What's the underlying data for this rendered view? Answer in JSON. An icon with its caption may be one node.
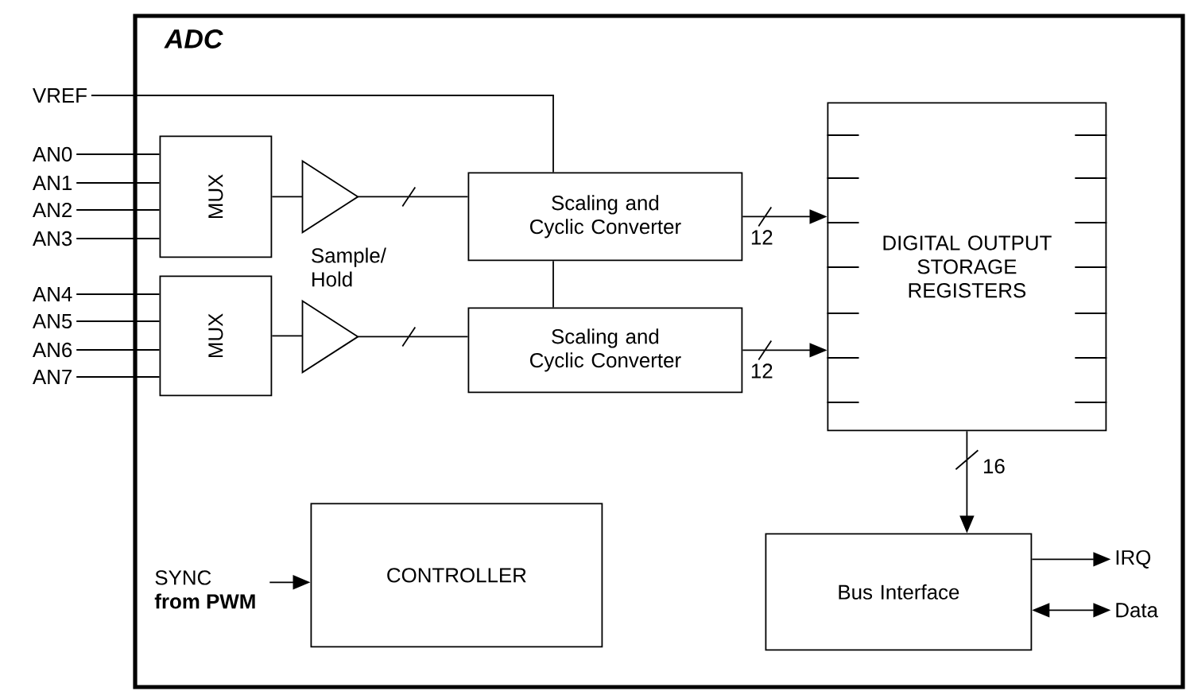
{
  "diagram": {
    "nodes": [
      {
        "text": [
          "ADC"
        ]
      },
      {
        "text": [
          "VREF"
        ]
      },
      {
        "text": [
          "AN0"
        ]
      },
      {
        "text": [
          "AN1"
        ]
      },
      {
        "text": [
          "AN2"
        ]
      },
      {
        "text": [
          "AN3"
        ]
      },
      {
        "text": [
          "AN4"
        ]
      },
      {
        "text": [
          "AN5"
        ]
      },
      {
        "text": [
          "AN6"
        ]
      },
      {
        "text": [
          "AN7"
        ]
      },
      {
        "text": [
          "MUX"
        ],
        "in": 0
      },
      {
        "text": [
          "MUX"
        ],
        "in": 0
      },
      {
        "text": [],
        "shape": "triangle",
        "in": 0
      },
      {
        "text": [],
        "shape": "triangle",
        "in": 0
      },
      {
        "text": [
          "Scaling and Cyclic Converter"
        ],
        "in": 0
      },
      {
        "text": [
          "Scaling and Cyclic Converter"
        ],
        "in": 0
      },
      {
        "text": [
          "DIGITAL OUTPUT STORAGE REGISTERS"
        ],
        "in": 0
      },
      {
        "text": [
          "SYNC",
          "from PWM"
        ],
        "in": 0
      },
      {
        "text": [
          "CONTROLLER"
        ],
        "in": 0
      },
      {
        "text": [
          "Bus Interface"
        ],
        "in": 0
      },
      {
        "text": [
          "IRQ"
        ],
        "in": 0
      },
      {
        "text": [
          "Data"
        ],
        "in": 0
      }
    ],
    "edges": [
      {
        "from": 1,
        "to": 14,
        "arrow": "none"
      },
      {
        "from": 2,
        "to": 10,
        "arrow": "none"
      },
      {
        "from": 3,
        "to": 10,
        "arrow": "none"
      },
      {
        "from": 4,
        "to": 10,
        "arrow": "none"
      },
      {
        "from": 5,
        "to": 10,
        "arrow": "none"
      },
      {
        "from": 6,
        "to": 11,
        "arrow": "none"
      },
      {
        "from": 7,
        "to": 11,
        "arrow": "none"
      },
      {
        "from": 8,
        "to": 11,
        "arrow": "none"
      },
      {
        "from": 9,
        "to": 11,
        "arrow": "none"
      },
      {
        "from": 10,
        "to": 12,
        "arrow": "none"
      },
      {
        "from": 11,
        "to": 13,
        "arrow": "none"
      },
      {
        "from": 12,
        "to": 14,
        "arrow": "none"
      },
      {
        "from": 13,
        "to": 15,
        "arrow": "none"
      },
      {
        "from": 14,
        "to": 15,
        "arrow": "none"
      },
      {
        "from": 14,
        "to": 16,
        "arrow": "to",
        "label": "12"
      },
      {
        "from": 15,
        "to": 16,
        "arrow": "to",
        "label": "12"
      },
      {
        "from": 16,
        "to": 19,
        "arrow": "to",
        "label": "16"
      },
      {
        "from": 17,
        "to": 18,
        "arrow": "to"
      },
      {
        "from": 19,
        "to": 20,
        "arrow": "to"
      },
      {
        "from": 19,
        "to": 21,
        "arrow": "both"
      }
    ],
    "labels": [
      "Sample/ Hold"
    ]
  }
}
